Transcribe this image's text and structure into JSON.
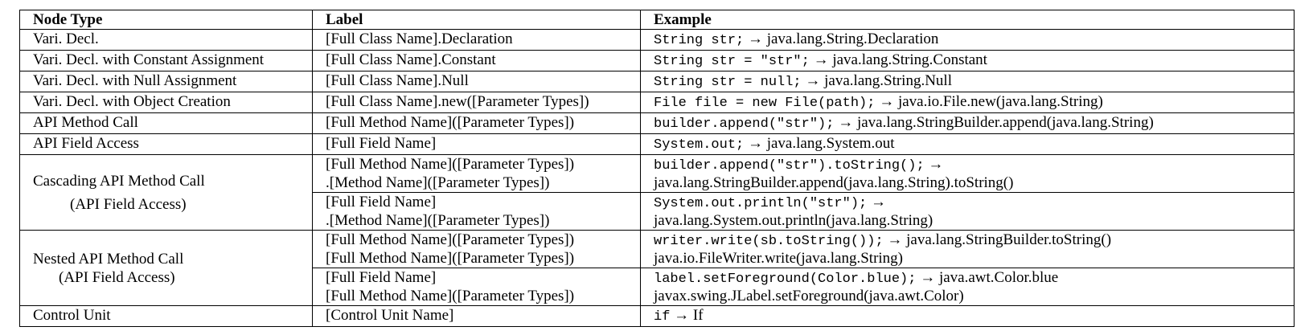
{
  "headers": {
    "node_type": "Node Type",
    "label": "Label",
    "example": "Example"
  },
  "arrow": "→",
  "rows": [
    {
      "node": "Vari. Decl.",
      "label": "[Full Class Name].Declaration",
      "code": "String str;",
      "result": "java.lang.String.Declaration"
    },
    {
      "node": "Vari. Decl. with Constant Assignment",
      "label": "[Full Class Name].Constant",
      "code": "String str = \"str\";",
      "result": "java.lang.String.Constant"
    },
    {
      "node": "Vari. Decl. with Null Assignment",
      "label": "[Full Class Name].Null",
      "code": "String str = null;",
      "result": "java.lang.String.Null"
    },
    {
      "node": "Vari. Decl. with Object Creation",
      "label": "[Full Class Name].new([Parameter Types])",
      "code": "File file = new File(path);",
      "result": "java.io.File.new(java.lang.String)"
    },
    {
      "node": "API Method Call",
      "label": "[Full Method Name]([Parameter Types])",
      "code": "builder.append(\"str\");",
      "result": "java.lang.StringBuilder.append(java.lang.String)"
    },
    {
      "node": "API Field Access",
      "label": "[Full Field Name]",
      "code": "System.out;",
      "result": "java.lang.System.out"
    }
  ],
  "cascading": {
    "node_line1": "Cascading API Method Call",
    "node_line2": "(API Field Access)",
    "subrows": [
      {
        "label_line1": "[Full Method Name]([Parameter Types])",
        "label_line2": ".[Method Name]([Parameter Types])",
        "code": "builder.append(\"str\").toString();",
        "result": "java.lang.StringBuilder.append(java.lang.String).toString()"
      },
      {
        "label_line1": "[Full Field Name]",
        "label_line2": ".[Method Name]([Parameter Types])",
        "code": "System.out.println(\"str\");",
        "result": "java.lang.System.out.println(java.lang.String)"
      }
    ]
  },
  "nested": {
    "node_line1": "Nested API Method Call",
    "node_line2": "(API Field Access)",
    "subrows": [
      {
        "label_line1": "[Full Method Name]([Parameter Types])",
        "label_line2": "[Full Method Name]([Parameter Types])",
        "code": "writer.write(sb.toString());",
        "result_line1": "java.lang.StringBuilder.toString()",
        "result_line2": "java.io.FileWriter.write(java.lang.String)"
      },
      {
        "label_line1": "[Full Field Name]",
        "label_line2": "[Full Method Name]([Parameter Types])",
        "code": "label.setForeground(Color.blue);",
        "result_line1": "java.awt.Color.blue",
        "result_line2": "javax.swing.JLabel.setForeground(java.awt.Color)"
      }
    ]
  },
  "control": {
    "node": "Control Unit",
    "label": "[Control Unit Name]",
    "code": "if",
    "result": "If"
  }
}
